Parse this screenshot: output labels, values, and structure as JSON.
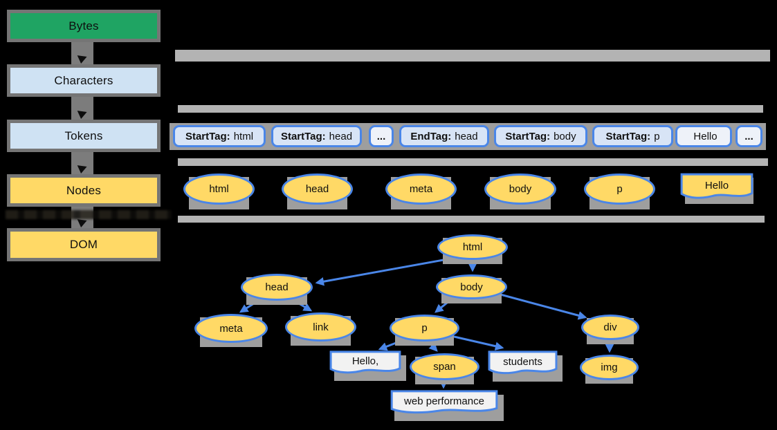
{
  "colors": {
    "background": "#000000",
    "bytes_green": "#1fa463",
    "light_blue": "#cfe2f3",
    "yellow": "#ffd966",
    "token_fill": "#d8e4f6",
    "token_fill_light": "#eef2f9",
    "blue_border": "#4a86e8",
    "gray_border": "#757575",
    "divider_gray": "#b3b3b3",
    "shadow_gray": "#9e9e9e",
    "text_node_fill": "#f2f2f2"
  },
  "pipeline": {
    "items": [
      {
        "label": "Bytes"
      },
      {
        "label": "Characters"
      },
      {
        "label": "Tokens"
      },
      {
        "label": "Nodes"
      },
      {
        "label": "DOM"
      }
    ]
  },
  "tokens": {
    "items": [
      {
        "label_bold": "StartTag:",
        "label_value": "html"
      },
      {
        "label_bold": "StartTag:",
        "label_value": "head"
      },
      {
        "label_bold": "...",
        "label_value": ""
      },
      {
        "label_bold": "EndTag:",
        "label_value": "head"
      },
      {
        "label_bold": "StartTag:",
        "label_value": "body"
      },
      {
        "label_bold": "StartTag:",
        "label_value": "p"
      },
      {
        "label_bold": "",
        "label_value": "Hello"
      },
      {
        "label_bold": "...",
        "label_value": ""
      }
    ]
  },
  "nodes_row": {
    "items": [
      {
        "label": "html"
      },
      {
        "label": "head"
      },
      {
        "label": "meta"
      },
      {
        "label": "body"
      },
      {
        "label": "p"
      }
    ],
    "text_node": {
      "label": "Hello"
    }
  },
  "dom_tree": {
    "nodes": [
      {
        "label": "html"
      },
      {
        "label": "head"
      },
      {
        "label": "body"
      },
      {
        "label": "meta"
      },
      {
        "label": "link"
      },
      {
        "label": "p"
      },
      {
        "label": "div"
      },
      {
        "label": "span"
      },
      {
        "label": "img"
      }
    ],
    "text_nodes": [
      {
        "label": "Hello,"
      },
      {
        "label": "students"
      },
      {
        "label": "web performance"
      }
    ],
    "edges": [
      {
        "from": "html",
        "to": "head"
      },
      {
        "from": "html",
        "to": "body"
      },
      {
        "from": "head",
        "to": "meta"
      },
      {
        "from": "head",
        "to": "link"
      },
      {
        "from": "body",
        "to": "p"
      },
      {
        "from": "body",
        "to": "div"
      },
      {
        "from": "p",
        "to": "Hello,"
      },
      {
        "from": "p",
        "to": "span"
      },
      {
        "from": "p",
        "to": "students"
      },
      {
        "from": "span",
        "to": "web performance"
      },
      {
        "from": "div",
        "to": "img"
      }
    ]
  }
}
